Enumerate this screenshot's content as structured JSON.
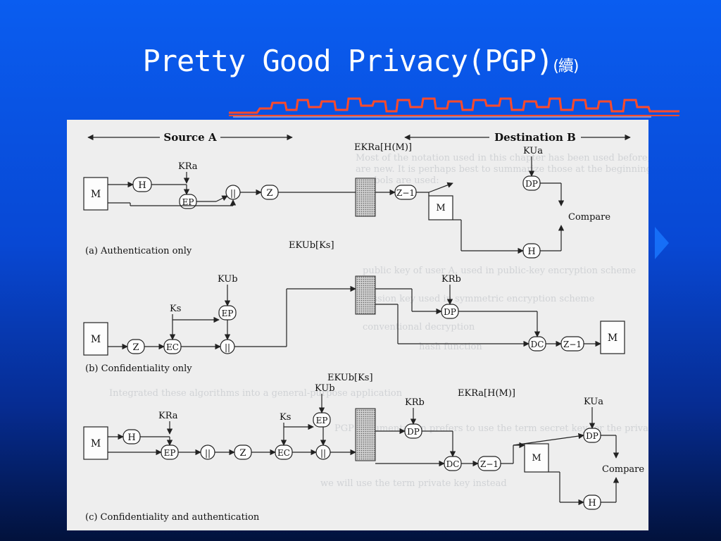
{
  "slide": {
    "title": "Pretty Good Privacy(PGP)",
    "title_suffix": "(續)"
  },
  "colors": {
    "background_top": "#0a5df0",
    "background_bottom": "#02123c",
    "ornament": "#ff4a2a",
    "figure_bg": "#eeeeee"
  },
  "figure": {
    "header_source": "Source A",
    "header_destination": "Destination B",
    "panel_a": {
      "caption": "(a) Authentication only",
      "m": "M",
      "h": "H",
      "ep": "EP",
      "concat": "||",
      "z": "Z",
      "zinv": "Z−1",
      "m_dest": "M",
      "dp": "DP",
      "h_dest": "H",
      "compare": "Compare",
      "key_kra": "KRa",
      "key_kua": "KUa",
      "signature_label": "EKRa[H(M)]"
    },
    "panel_b": {
      "caption": "(b) Confidentiality only",
      "m": "M",
      "z": "Z",
      "ec": "EC",
      "ep": "EP",
      "concat": "||",
      "dp": "DP",
      "dc": "DC",
      "zinv": "Z−1",
      "m_out": "M",
      "key_kub": "KUb",
      "key_ks": "Ks",
      "key_krb": "KRb",
      "session_label": "EKUb[Ks]"
    },
    "panel_c": {
      "caption": "(c) Confidentiality and authentication",
      "m": "M",
      "h": "H",
      "ep1": "EP",
      "concat1": "||",
      "z": "Z",
      "ec": "EC",
      "ep2": "EP",
      "concat2": "||",
      "dp1": "DP",
      "dc": "DC",
      "zinv": "Z−1",
      "m_dest": "M",
      "dp2": "DP",
      "h_dest": "H",
      "compare": "Compare",
      "key_kra": "KRa",
      "key_kub": "KUb",
      "key_ks": "Ks",
      "key_krb": "KRb",
      "key_kua": "KUa",
      "session_label": "EKUb[Ks]",
      "signature_label": "EKRa[H(M)]"
    },
    "background_text": [
      "Most of the notation used in this chapter has been used before, but a few terms",
      "are new. It is perhaps best to summarize those at the beginning. The following",
      "symbols are used:",
      "public key of user A, used in public-key encryption scheme",
      "session key used in symmetric encryption scheme",
      "conventional decryption",
      "hash function",
      "Integrated these algorithms into a general-purpose application",
      "PGP documentation prefers to use the term secret key for the private key",
      "we will use the term private key instead"
    ]
  }
}
